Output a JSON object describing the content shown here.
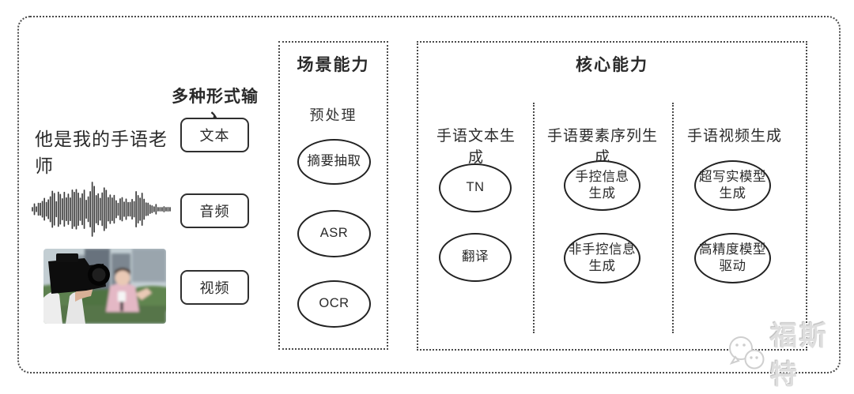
{
  "input_section": {
    "label": "多种形式输入",
    "sample_text": "他是我的手语老师",
    "items": [
      {
        "label": "文本"
      },
      {
        "label": "音频"
      },
      {
        "label": "视频"
      }
    ]
  },
  "scene_box": {
    "title": "场景能力",
    "subtitle": "预处理",
    "nodes": [
      "摘要抽取",
      "ASR",
      "OCR"
    ]
  },
  "core_box": {
    "title": "核心能力",
    "columns": [
      {
        "label": "手语文本生成",
        "nodes": [
          "TN",
          "翻译"
        ]
      },
      {
        "label": "手语要素序列生成",
        "nodes": [
          "手控信息\n生成",
          "非手控信息\n生成"
        ]
      },
      {
        "label": "手语视频生成",
        "nodes": [
          "超写实模型\n生成",
          "高精度模型\n驱动"
        ]
      }
    ]
  },
  "watermark": {
    "text": "福斯特",
    "icon": "mascot-chat-icon"
  },
  "icons": {
    "audio_waveform": "audio-waveform-icon",
    "video_thumbnail": "video-thumbnail-image"
  },
  "colors": {
    "background": "#ffffff",
    "solid_line": "#2f2f2f",
    "dotted_line": "#4a4a4a",
    "text": "#2a2a2a",
    "watermark": "#dedede"
  }
}
